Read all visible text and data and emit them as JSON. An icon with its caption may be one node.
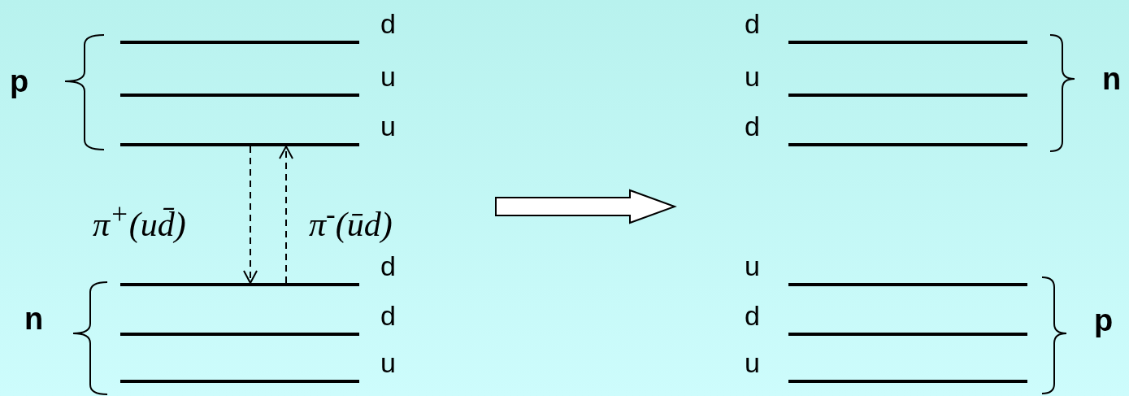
{
  "diagram": {
    "nodes": [
      {
        "text": [],
        "shape": "bar",
        "beside": [
          "d"
        ]
      },
      {
        "text": [],
        "shape": "bar",
        "beside": [
          "u"
        ]
      },
      {
        "text": [],
        "shape": "bar",
        "beside": [
          "u"
        ]
      },
      {
        "text": [],
        "shape": "bar",
        "beside": [
          "d"
        ]
      },
      {
        "text": [],
        "shape": "bar",
        "beside": [
          "d"
        ]
      },
      {
        "text": [],
        "shape": "bar",
        "beside": [
          "u"
        ]
      },
      {
        "text": [],
        "shape": "bar",
        "beside": [
          "d"
        ]
      },
      {
        "text": [],
        "shape": "bar",
        "beside": [
          "u"
        ]
      },
      {
        "text": [],
        "shape": "bar",
        "beside": [
          "d"
        ]
      },
      {
        "text": [],
        "shape": "bar",
        "beside": [
          "u"
        ]
      },
      {
        "text": [],
        "shape": "bar",
        "beside": [
          "d"
        ]
      },
      {
        "text": [],
        "shape": "bar",
        "beside": [
          "u"
        ]
      }
    ],
    "edges": [
      {
        "from": 2,
        "to": 3,
        "arrow": "to",
        "style": "dashed",
        "label": "π$^{+}$(ud̄)"
      },
      {
        "from": 3,
        "to": 2,
        "arrow": "to",
        "style": "dashed",
        "label": "π$^{-}$(ūd)"
      }
    ],
    "labels": [
      "p",
      "n",
      "n",
      "p"
    ]
  }
}
